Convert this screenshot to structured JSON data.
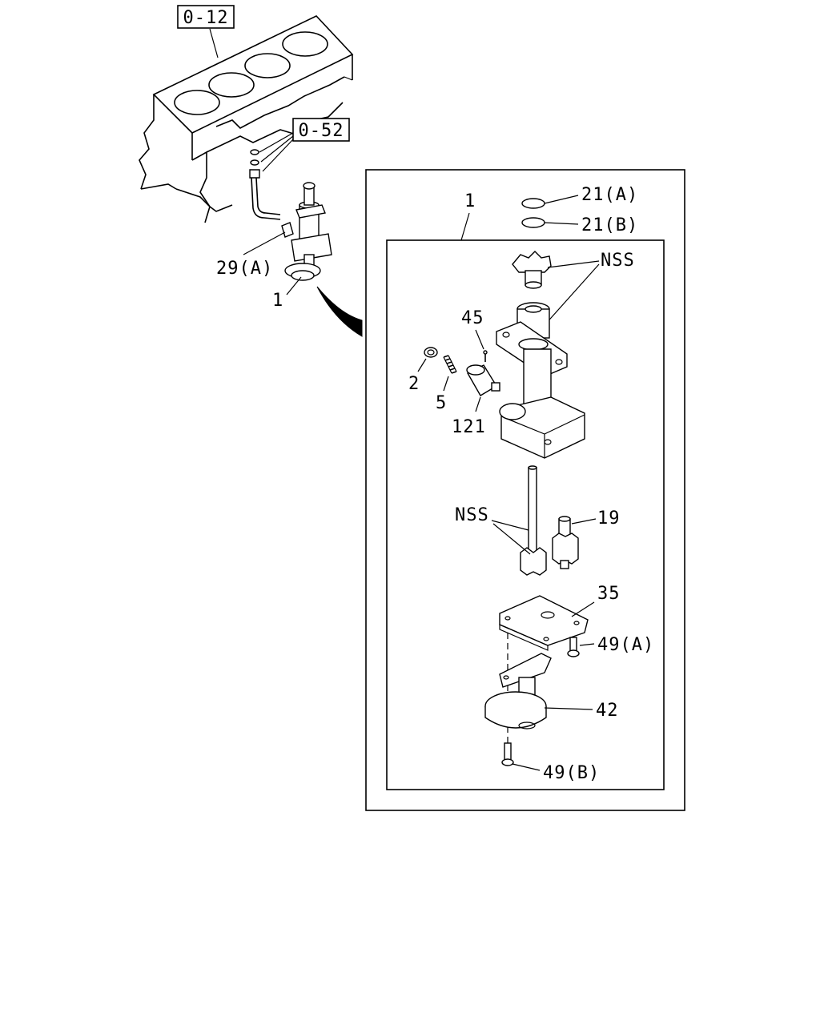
{
  "refs": {
    "engine_block": "0-12",
    "oil_line": "0-52"
  },
  "callouts": {
    "pump_assembly_overview": "1",
    "bolt_29a": "29(A)",
    "assembly_box": "1",
    "oring_21a": "21(A)",
    "oring_21b": "21(B)",
    "nss_top": "NSS",
    "pin_45": "45",
    "plug_2": "2",
    "spring_5": "5",
    "valve_121": "121",
    "nss_mid": "NSS",
    "gear_19": "19",
    "cover_35": "35",
    "bolt_49a": "49(A)",
    "strainer_42": "42",
    "bolt_49b": "49(B)"
  }
}
